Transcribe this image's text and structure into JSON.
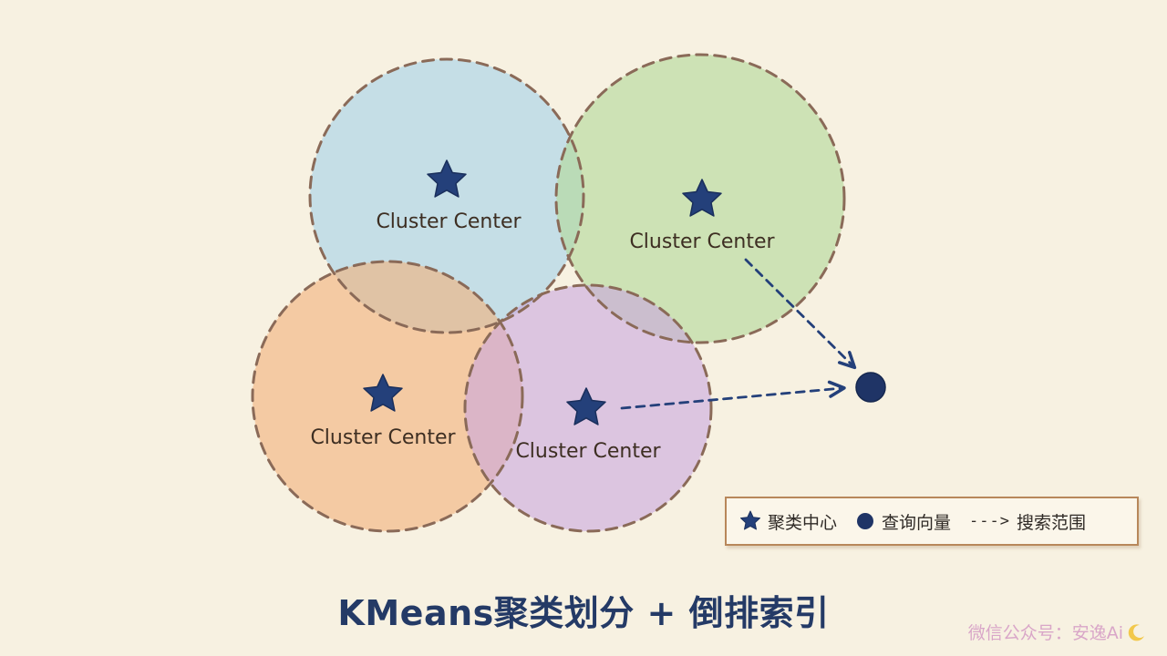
{
  "clusters": [
    {
      "label": "Cluster Center",
      "color": "#a7d3e8"
    },
    {
      "label": "Cluster Center",
      "color": "#b3d99a"
    },
    {
      "label": "Cluster Center",
      "color": "#f2b07c"
    },
    {
      "label": "Cluster Center",
      "color": "#c9a6e0"
    }
  ],
  "legend": {
    "center_label": "聚类中心",
    "query_label": "查询向量",
    "dash_symbol": "--->",
    "search_label": "搜索范围"
  },
  "title": "KMeans聚类划分 + 倒排索引",
  "watermark": "微信公众号：安逸Ai",
  "colors": {
    "star": "#24407a",
    "query_point": "#1f3466",
    "arrow": "#24407a",
    "circle_border": "#8a6a58",
    "title": "#243a66"
  }
}
